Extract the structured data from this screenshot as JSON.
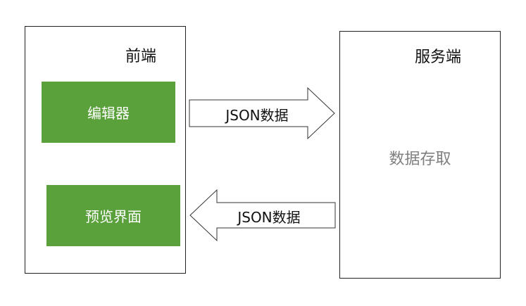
{
  "frontend": {
    "title": "前端",
    "editor_label": "编辑器",
    "preview_label": "预览界面"
  },
  "backend": {
    "title": "服务端",
    "storage_label": "数据存取"
  },
  "arrows": {
    "to_backend_label": "JSON数据",
    "to_frontend_label": "JSON数据"
  },
  "colors": {
    "block_green": "#5aa13c",
    "storage_text_gray": "#808080"
  }
}
